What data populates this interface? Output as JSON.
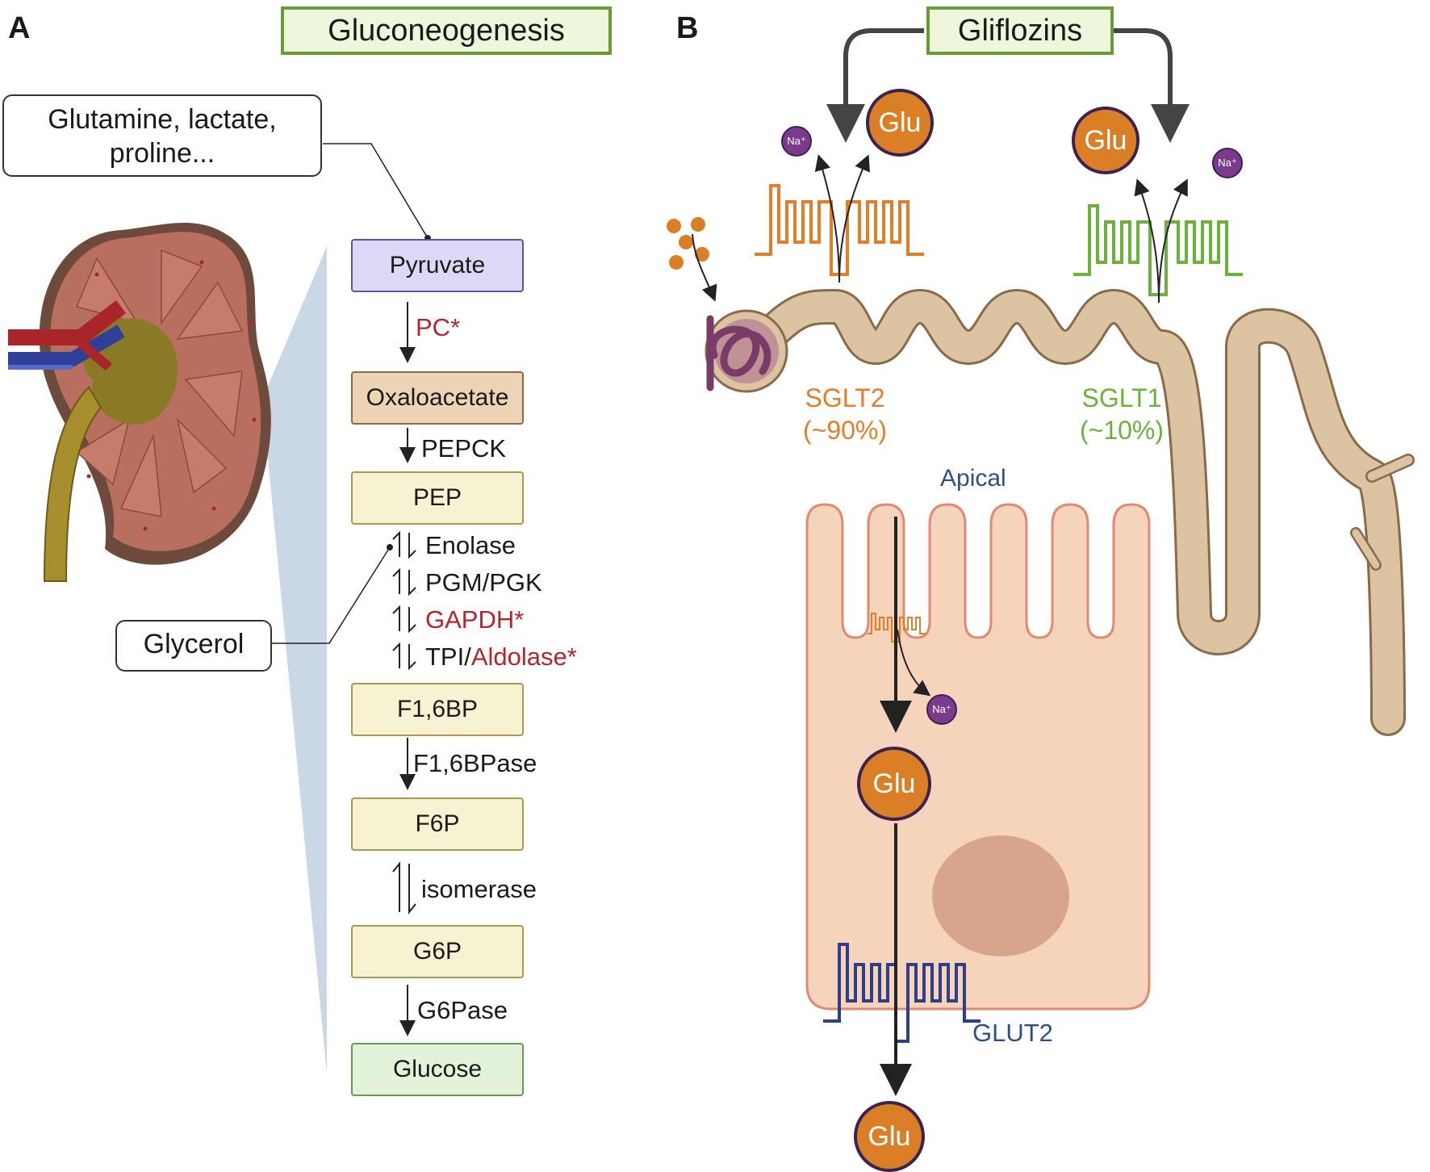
{
  "panel_a": {
    "letter": "A",
    "title": "Gluconeogenesis",
    "precursors": "Glutamine, lactate, proline...",
    "glycerol": "Glycerol",
    "metabolites": {
      "pyruvate": "Pyruvate",
      "oxaloacetate": "Oxaloacetate",
      "pep": "PEP",
      "f16bp": "F1,6BP",
      "f6p": "F6P",
      "g6p": "G6P",
      "glucose": "Glucose"
    },
    "enzymes": {
      "pc": "PC*",
      "pepck": "PEPCK",
      "enolase": "Enolase",
      "pgm_pgk": "PGM/PGK",
      "gapdh": "GAPDH*",
      "tpi": "TPI/",
      "aldolase": "Aldolase*",
      "f16bpase": "F1,6BPase",
      "isomerase": "isomerase",
      "g6pase": "G6Pase"
    }
  },
  "panel_b": {
    "letter": "B",
    "title": "Gliflozins",
    "glu": "Glu",
    "na": "Na⁺",
    "sglt2": "SGLT2",
    "sglt2_pct": "(~90%)",
    "sglt1": "SGLT1",
    "sglt1_pct": "(~10%)",
    "apical": "Apical",
    "glut2": "GLUT2"
  },
  "colors": {
    "red_enzyme": "#b5262b",
    "sglt2": "#e57d27",
    "sglt1": "#6ab23c",
    "glut2": "#2d4f8c",
    "glucose_fill": "#db7f27",
    "sodium_fill": "#7c3a8c"
  }
}
